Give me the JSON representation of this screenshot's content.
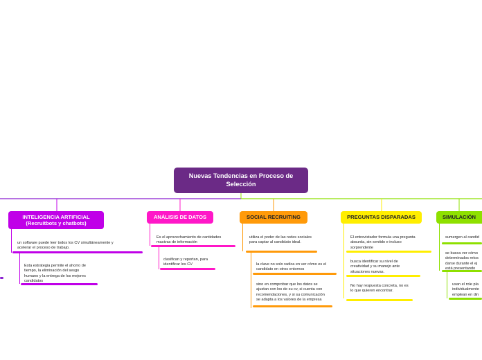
{
  "central": {
    "title": "Nuevas Tendencias en Proceso de Selección"
  },
  "colors": {
    "central": "#6b2a86",
    "ia": "#c000e8",
    "datos": "#ff17c8",
    "social": "#ff9a0a",
    "preguntas": "#ffee00",
    "simulacion": "#8ee000"
  },
  "branches": {
    "ia": {
      "title": "INTELIGENCIA ARTIFICIAL (Recruitbots y chatbots)",
      "items": [
        "un software puede leer todos los CV simultáneamente y acelerar el proceso de trabajo.",
        "Esta estrategia permite el ahorro de tiempo, la eliminación del sesgo humano y la entrega de los mejores candidatos"
      ]
    },
    "datos": {
      "title": "ANÁLISIS DE DATOS",
      "items": [
        "Es el aprovechamiento de cantidades masivas de información",
        "clasifican y reportan, para identificar los CV"
      ]
    },
    "social": {
      "title": "SOCIAL RECRUITING",
      "items": [
        "utiliza el poder de las redes sociales para captar al candidato ideal.",
        "la clave no solo  radica en ver cómo es el candidato en otros entornos",
        "sino en comprobar que los datos se ajustan con los de su cv, si cuenta con recomendaciones, y si su comunicación se adapta a los valores de la empresa"
      ]
    },
    "preguntas": {
      "title": "PREGUNTAS DISPARADAS",
      "items": [
        "El entrevistador formula una pregunta absurda, sin sentido e incluso sorprendente",
        "busca identificar su nivel de creatividad y su manejo ante situaciones nuevas.",
        "No hay respuesta concreta, no es lo que quieren encontrar."
      ]
    },
    "simulacion": {
      "title": "SIMULACIÓN",
      "items": [
        "sumergen al candid",
        "se busca ver cómo determinados retos darse durante el ej está presentando",
        "usan el role pla individualmente emplean en din"
      ]
    }
  }
}
